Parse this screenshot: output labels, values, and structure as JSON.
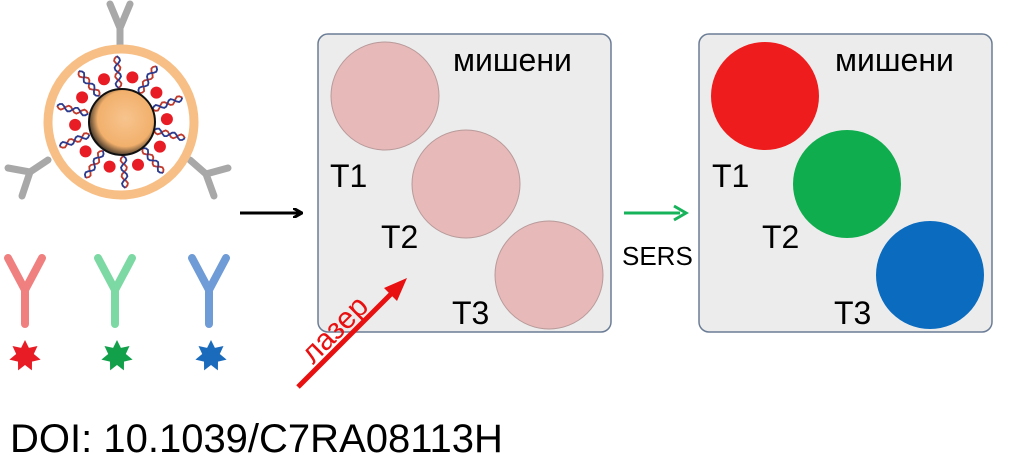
{
  "panels": {
    "left": {
      "title": "мишени",
      "targets": [
        {
          "label": "T1",
          "color": "#e7b9b9"
        },
        {
          "label": "T2",
          "color": "#e7b9b9"
        },
        {
          "label": "T3",
          "color": "#e7b9b9"
        }
      ]
    },
    "right": {
      "title": "мишени",
      "targets": [
        {
          "label": "T1",
          "color": "#ee1c1c"
        },
        {
          "label": "T2",
          "color": "#10ad4e"
        },
        {
          "label": "T3",
          "color": "#0a6bbf"
        }
      ]
    }
  },
  "laser_label": "лазер",
  "sers_label": "SERS",
  "doi": "DOI: 10.1039/C7RA08113H",
  "colors": {
    "panel_fill": "#ececec",
    "panel_stroke": "#6b7d96",
    "shell": "#f7c18a",
    "core": "#f4b97d",
    "antibody_gray": "#a8a8a8",
    "antibody_red": "#f08080",
    "antibody_green": "#7dd9a4",
    "antibody_blue": "#6f9bd6",
    "star_red": "#e81c24",
    "star_green": "#12a04b",
    "star_blue": "#1b6bbd",
    "laser_arrow": "#e81010",
    "sers_arrow": "#17b35a"
  }
}
